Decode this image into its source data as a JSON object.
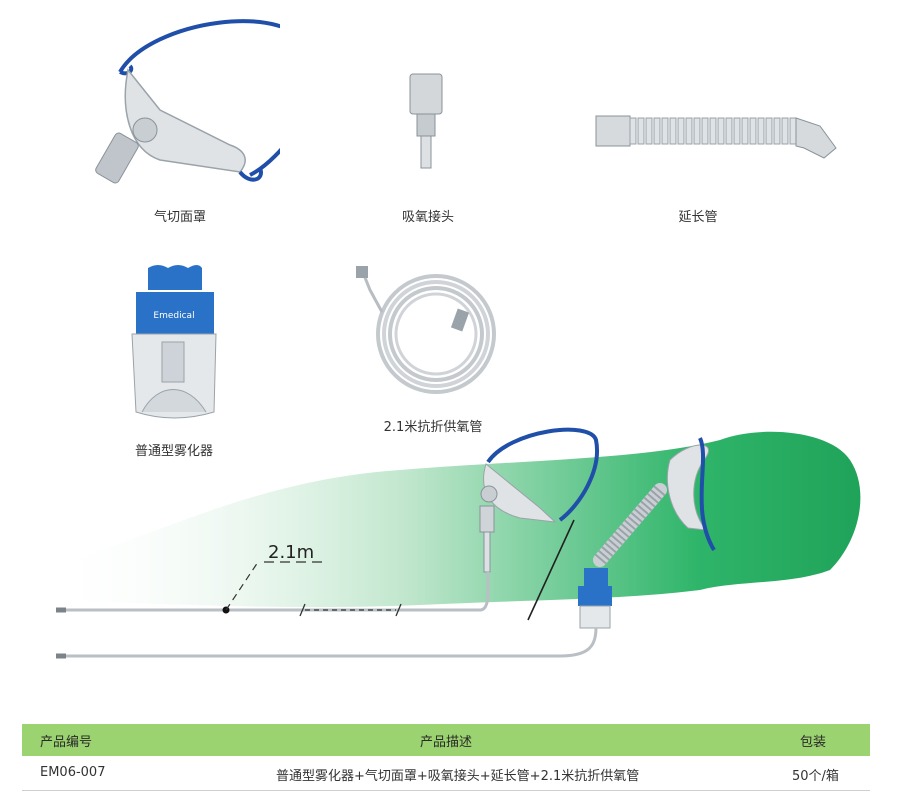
{
  "products": [
    {
      "name": "气切面罩"
    },
    {
      "name": "吸氧接头"
    },
    {
      "name": "延长管"
    },
    {
      "name": "普通型雾化器"
    },
    {
      "name": "2.1米抗折供氧管"
    }
  ],
  "nebulizer_brand": "Emedical",
  "diagram": {
    "length_label": "2.1m"
  },
  "table": {
    "headers": [
      "产品编号",
      "产品描述",
      "包装"
    ],
    "rows": [
      {
        "code": "EM06-007",
        "description": "普通型雾化器+气切面罩+吸氧接头+延长管+2.1米抗折供氧管",
        "packaging": "50个/箱"
      }
    ]
  },
  "colors": {
    "accent_blue": "#1f4fa8",
    "nebulizer_blue": "#2a72c8",
    "patient_green": "#1fa35a",
    "table_header": "#9ad36f"
  }
}
